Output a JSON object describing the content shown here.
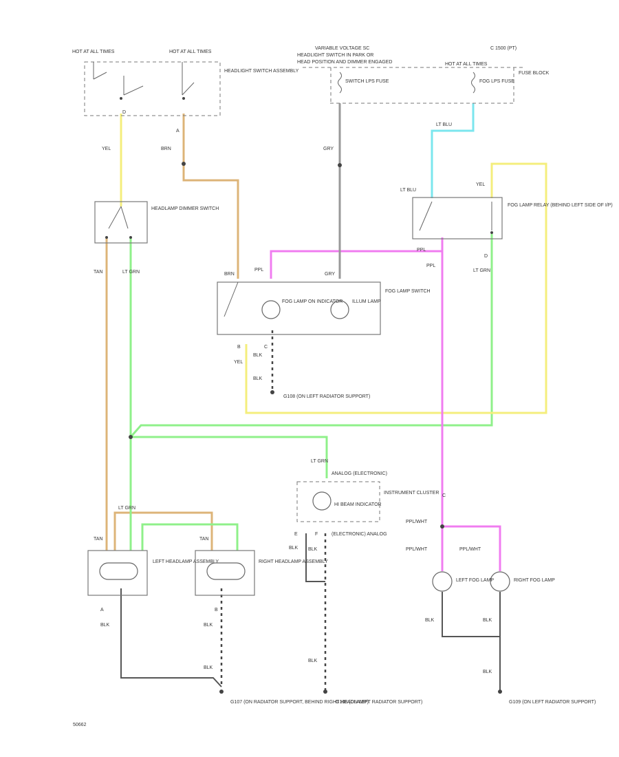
{
  "colors": {
    "yellow": "#f4ee7c",
    "tan": "#ddb478",
    "ltgrn": "#8ff08a",
    "ppl": "#f07cf0",
    "ltblu": "#7be6ee",
    "gry": "#999999",
    "blk": "#555555"
  },
  "labels": {
    "hot_all_times_left": "HOT AT ALL TIMES",
    "hot_all_times_right": "HOT AT ALL TIMES",
    "headlight_switch": "HEADLIGHT SWITCH ASSEMBLY",
    "variable_voltage": "VARIABLE VOLTAGE SC",
    "variable_voltage_2": "HEADLIGHT SWITCH IN PARK OR",
    "variable_voltage_3": "HEAD POSITION AND DIMMER ENGAGED",
    "hot_all_times_fuse": "HOT AT ALL TIMES",
    "c_ref": "C 1500 (PT)",
    "fuse_block": "FUSE BLOCK",
    "fuse_left": "SWITCH LPS FUSE",
    "fuse_right": "FOG LPS FUSE",
    "headlamp_dimmer_switch": "HEADLAMP DIMMER SWITCH",
    "fog_lamp_switch": "FOG LAMP SWITCH",
    "fog_lamp_on_indicator": "FOG LAMP ON INDICATOR",
    "illum_lamp": "ILLUM LAMP",
    "fog_lamp_relay": "FOG LAMP RELAY (BEHIND LEFT SIDE OF I/P)",
    "g108": "G108 (ON LEFT RADIATOR SUPPORT)",
    "instrument_cluster": "INSTRUMENT CLUSTER",
    "analog_electronic": "ANALOG (ELECTRONIC)",
    "hi_beam_indicator": "HI BEAM INDICATOR",
    "electronic_analog": "(ELECTRONIC) ANALOG",
    "left_headlamp": "LEFT HEADLAMP ASSEMBLY",
    "right_headlamp": "RIGHT HEADLAMP ASSEMBLY",
    "g107": "G107 (ON RADIATOR SUPPORT, BEHIND RIGHT HEADLAMP)",
    "g108_bottom": "G108 (ON LEFT RADIATOR SUPPORT)",
    "g109": "G109 (ON LEFT RADIATOR SUPPORT)",
    "left_fog_lamp": "LEFT FOG LAMP",
    "right_fog_lamp": "RIGHT FOG LAMP",
    "diagram_code": "50662"
  },
  "wires": {
    "yel": "YEL",
    "brn": "BRN",
    "gry": "GRY",
    "lt_blu": "LT BLU",
    "tan": "TAN",
    "lt_grn": "LT GRN",
    "ppl": "PPL",
    "blk": "BLK",
    "ppl_wht": "PPL/WHT",
    "wire_a": "A",
    "wire_b": "B",
    "wire_c": "C",
    "wire_d": "D",
    "wire_e": "E",
    "wire_f": "F",
    "wire_a2": "A",
    "wire_b2": "B",
    "wire_c2": "C",
    "wire_d2": "D"
  }
}
